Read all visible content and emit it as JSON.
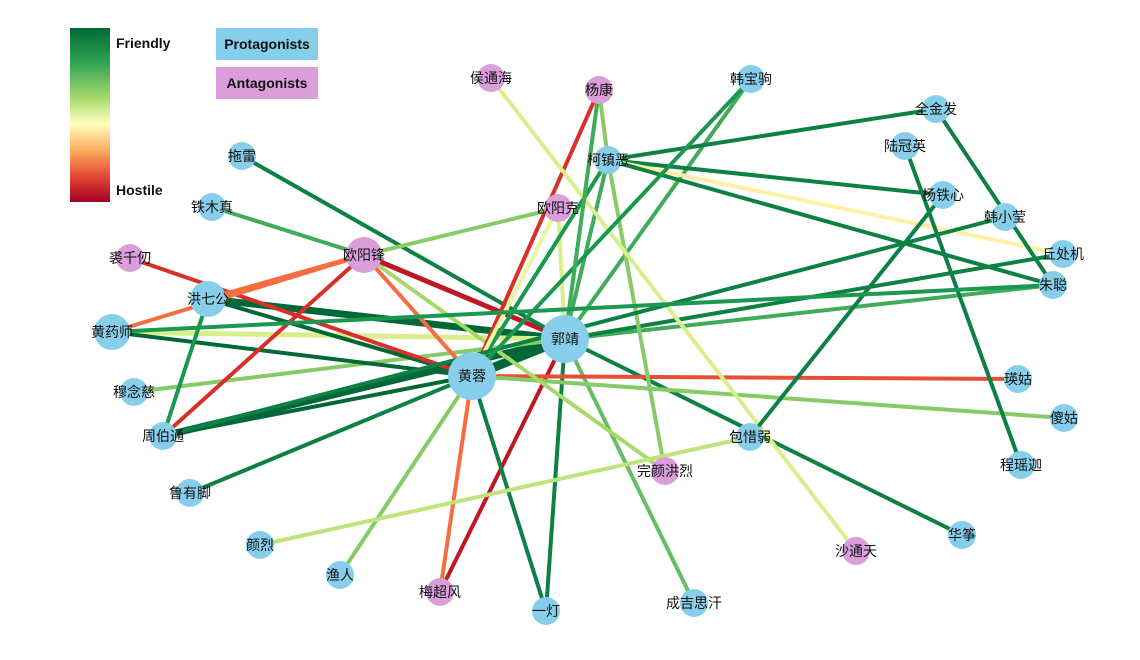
{
  "legend": {
    "friendly_label": "Friendly",
    "hostile_label": "Hostile",
    "protagonists_label": "Protagonists",
    "antagonists_label": "Antagonists"
  },
  "colors": {
    "protagonist": "#87ceeb",
    "antagonist": "#da9edb",
    "scale": [
      "#a50026",
      "#d73027",
      "#f46d43",
      "#fdae61",
      "#fee08b",
      "#ffffbf",
      "#d9ef8b",
      "#a6d96a",
      "#66bd63",
      "#1a9850",
      "#006837"
    ]
  },
  "nodes": [
    {
      "id": "guojing",
      "label": "郭靖",
      "group": "protagonist",
      "size": "xl"
    },
    {
      "id": "huangrong",
      "label": "黄蓉",
      "group": "protagonist",
      "size": "xl"
    },
    {
      "id": "hongqigong",
      "label": "洪七公",
      "group": "protagonist",
      "size": "l"
    },
    {
      "id": "huangyaoshi",
      "label": "黄药师",
      "group": "protagonist",
      "size": "l"
    },
    {
      "id": "ouyangfeng",
      "label": "欧阳锋",
      "group": "antagonist",
      "size": "l"
    },
    {
      "id": "kezhenge",
      "label": "柯镇恶",
      "group": "protagonist",
      "size": "m"
    },
    {
      "id": "yangkang",
      "label": "杨康",
      "group": "antagonist",
      "size": "m"
    },
    {
      "id": "houtonghai",
      "label": "侯通海",
      "group": "antagonist",
      "size": "m"
    },
    {
      "id": "hanbaoju",
      "label": "韩宝驹",
      "group": "protagonist",
      "size": "m"
    },
    {
      "id": "quanjinfa",
      "label": "全金发",
      "group": "protagonist",
      "size": "m"
    },
    {
      "id": "luguanying",
      "label": "陆冠英",
      "group": "protagonist",
      "size": "m"
    },
    {
      "id": "yangtiexin",
      "label": "杨铁心",
      "group": "protagonist",
      "size": "m"
    },
    {
      "id": "hanxiaoying",
      "label": "韩小莹",
      "group": "protagonist",
      "size": "m"
    },
    {
      "id": "qiuchuji",
      "label": "丘处机",
      "group": "protagonist",
      "size": "m"
    },
    {
      "id": "zhucong",
      "label": "朱聪",
      "group": "protagonist",
      "size": "m"
    },
    {
      "id": "tuolei",
      "label": "拖雷",
      "group": "protagonist",
      "size": "m"
    },
    {
      "id": "tiemuzhen",
      "label": "铁木真",
      "group": "protagonist",
      "size": "m"
    },
    {
      "id": "ouyangke",
      "label": "欧阳克",
      "group": "antagonist",
      "size": "m"
    },
    {
      "id": "qiuqianren",
      "label": "裘千仞",
      "group": "antagonist",
      "size": "m"
    },
    {
      "id": "munianci",
      "label": "穆念慈",
      "group": "protagonist",
      "size": "m"
    },
    {
      "id": "zhoubotong",
      "label": "周伯通",
      "group": "protagonist",
      "size": "m"
    },
    {
      "id": "luyoujiao",
      "label": "鲁有脚",
      "group": "protagonist",
      "size": "m"
    },
    {
      "id": "yanlie",
      "label": "颜烈",
      "group": "protagonist",
      "size": "m"
    },
    {
      "id": "yuren",
      "label": "渔人",
      "group": "protagonist",
      "size": "m"
    },
    {
      "id": "meichaofeng",
      "label": "梅超风",
      "group": "antagonist",
      "size": "m"
    },
    {
      "id": "yideng",
      "label": "一灯",
      "group": "protagonist",
      "size": "m"
    },
    {
      "id": "chengjisihan",
      "label": "成吉思汗",
      "group": "protagonist",
      "size": "m"
    },
    {
      "id": "wanyanhonglie",
      "label": "完颜洪烈",
      "group": "antagonist",
      "size": "m"
    },
    {
      "id": "baoxiruo",
      "label": "包惜弱",
      "group": "protagonist",
      "size": "m"
    },
    {
      "id": "shatongtian",
      "label": "沙通天",
      "group": "antagonist",
      "size": "m"
    },
    {
      "id": "huazheng",
      "label": "华筝",
      "group": "protagonist",
      "size": "m"
    },
    {
      "id": "yinggu",
      "label": "瑛姑",
      "group": "protagonist",
      "size": "m"
    },
    {
      "id": "shagu",
      "label": "傻姑",
      "group": "protagonist",
      "size": "m"
    },
    {
      "id": "chengyaojia",
      "label": "程瑶迦",
      "group": "protagonist",
      "size": "m"
    }
  ],
  "edges": [
    {
      "source": "guojing",
      "target": "huangrong",
      "sentiment": 1.0,
      "weight": 5
    },
    {
      "source": "guojing",
      "target": "hongqigong",
      "sentiment": 1.0,
      "weight": 4
    },
    {
      "source": "guojing",
      "target": "huangyaoshi",
      "sentiment": 0.6,
      "weight": 3
    },
    {
      "source": "guojing",
      "target": "zhoubotong",
      "sentiment": 1.0,
      "weight": 4
    },
    {
      "source": "guojing",
      "target": "ouyangfeng",
      "sentiment": 0.05,
      "weight": 3
    },
    {
      "source": "guojing",
      "target": "tuolei",
      "sentiment": 0.95,
      "weight": 2
    },
    {
      "source": "guojing",
      "target": "kezhenge",
      "sentiment": 0.85,
      "weight": 2
    },
    {
      "source": "guojing",
      "target": "yangkang",
      "sentiment": 0.6,
      "weight": 2
    },
    {
      "source": "guojing",
      "target": "ouyangke",
      "sentiment": 0.6,
      "weight": 2
    },
    {
      "source": "guojing",
      "target": "hanbaoju",
      "sentiment": 0.85,
      "weight": 2
    },
    {
      "source": "guojing",
      "target": "zhucong",
      "sentiment": 0.85,
      "weight": 2
    },
    {
      "source": "guojing",
      "target": "qiuchuji",
      "sentiment": 0.95,
      "weight": 2
    },
    {
      "source": "guojing",
      "target": "huazheng",
      "sentiment": 0.95,
      "weight": 2
    },
    {
      "source": "guojing",
      "target": "yideng",
      "sentiment": 0.95,
      "weight": 2
    },
    {
      "source": "guojing",
      "target": "chengjisihan",
      "sentiment": 0.8,
      "weight": 2
    },
    {
      "source": "guojing",
      "target": "meichaofeng",
      "sentiment": 0.05,
      "weight": 2
    },
    {
      "source": "guojing",
      "target": "munianci",
      "sentiment": 0.75,
      "weight": 2
    },
    {
      "source": "huangrong",
      "target": "hongqigong",
      "sentiment": 1.0,
      "weight": 2
    },
    {
      "source": "huangrong",
      "target": "huangyaoshi",
      "sentiment": 1.0,
      "weight": 2
    },
    {
      "source": "huangrong",
      "target": "zhoubotong",
      "sentiment": 1.0,
      "weight": 2
    },
    {
      "source": "huangrong",
      "target": "luyoujiao",
      "sentiment": 0.95,
      "weight": 2
    },
    {
      "source": "huangrong",
      "target": "yuren",
      "sentiment": 0.75,
      "weight": 2
    },
    {
      "source": "huangrong",
      "target": "meichaofeng",
      "sentiment": 0.2,
      "weight": 2
    },
    {
      "source": "huangrong",
      "target": "yideng",
      "sentiment": 0.95,
      "weight": 2
    },
    {
      "source": "huangrong",
      "target": "yinggu",
      "sentiment": 0.15,
      "weight": 2
    },
    {
      "source": "huangrong",
      "target": "shagu",
      "sentiment": 0.75,
      "weight": 2
    },
    {
      "source": "huangrong",
      "target": "ouyangfeng",
      "sentiment": 0.2,
      "weight": 2
    },
    {
      "source": "huangrong",
      "target": "qiuqianren",
      "sentiment": 0.1,
      "weight": 2
    },
    {
      "source": "huangrong",
      "target": "ouyangke",
      "sentiment": 0.3,
      "weight": 2
    },
    {
      "source": "hongqigong",
      "target": "ouyangfeng",
      "sentiment": 0.2,
      "weight": 3
    },
    {
      "source": "hongqigong",
      "target": "zhoubotong",
      "sentiment": 0.9,
      "weight": 2
    },
    {
      "source": "huangyaoshi",
      "target": "ouyangfeng",
      "sentiment": 0.2,
      "weight": 2
    },
    {
      "source": "ouyangfeng",
      "target": "tiemuzhen",
      "sentiment": 0.85,
      "weight": 2
    },
    {
      "source": "ouyangfeng",
      "target": "zhoubotong",
      "sentiment": 0.1,
      "weight": 2
    },
    {
      "source": "ouyangfeng",
      "target": "wanyanhonglie",
      "sentiment": 0.7,
      "weight": 2
    },
    {
      "source": "ouyangfeng",
      "target": "ouyangke",
      "sentiment": 0.75,
      "weight": 2
    },
    {
      "source": "kezhenge",
      "target": "yangkang",
      "sentiment": 0.75,
      "weight": 2
    },
    {
      "source": "kezhenge",
      "target": "wanyanhonglie",
      "sentiment": 0.75,
      "weight": 2
    },
    {
      "source": "kezhenge",
      "target": "quanjinfa",
      "sentiment": 0.95,
      "weight": 2
    },
    {
      "source": "kezhenge",
      "target": "yangtiexin",
      "sentiment": 0.95,
      "weight": 2
    },
    {
      "source": "kezhenge",
      "target": "qiuchuji",
      "sentiment": 0.45,
      "weight": 2
    },
    {
      "source": "kezhenge",
      "target": "zhucong",
      "sentiment": 0.95,
      "weight": 2
    },
    {
      "source": "kezhenge",
      "target": "huangrong",
      "sentiment": 0.9,
      "weight": 2
    },
    {
      "source": "yangkang",
      "target": "huangrong",
      "sentiment": 0.1,
      "weight": 2
    },
    {
      "source": "ouyangke",
      "target": "huangrong",
      "sentiment": 0.55,
      "weight": 2
    },
    {
      "source": "houtonghai",
      "target": "shatongtian",
      "sentiment": 0.6,
      "weight": 2
    },
    {
      "source": "quanjinfa",
      "target": "zhucong",
      "sentiment": 0.95,
      "weight": 2
    },
    {
      "source": "luguanying",
      "target": "chengyaojia",
      "sentiment": 0.95,
      "weight": 2
    },
    {
      "source": "yangtiexin",
      "target": "baoxiruo",
      "sentiment": 0.95,
      "weight": 2
    },
    {
      "source": "hanxiaoying",
      "target": "zhoubotong",
      "sentiment": 0.95,
      "weight": 2
    },
    {
      "source": "baoxiruo",
      "target": "yanlie",
      "sentiment": 0.65,
      "weight": 2
    },
    {
      "source": "hanbaoju",
      "target": "huangrong",
      "sentiment": 0.9,
      "weight": 2
    },
    {
      "source": "guojing",
      "target": "yangkang",
      "sentiment": 0.85,
      "weight": 2
    },
    {
      "source": "huangyaoshi",
      "target": "zhucong",
      "sentiment": 0.9,
      "weight": 2
    }
  ]
}
